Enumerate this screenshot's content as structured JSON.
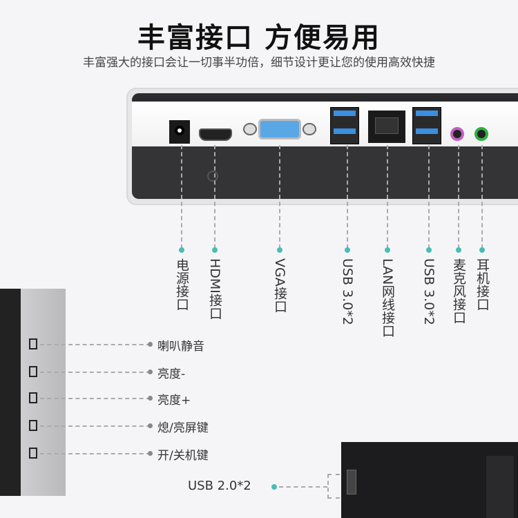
{
  "title": "丰富接口 方便易用",
  "subtitle": "丰富强大的接口会让一切事半功倍，细节设计更让您的使用高效快捷",
  "rear_ports": [
    {
      "label": "电源接口",
      "icon": "dc-power-icon"
    },
    {
      "label": "HDMI接口",
      "icon": "hdmi-port-icon"
    },
    {
      "label": "VGA接口",
      "icon": "vga-port-icon"
    },
    {
      "label": "USB 3.0*2",
      "icon": "usb-port-icon"
    },
    {
      "label": "LAN网线接口",
      "icon": "ethernet-port-icon"
    },
    {
      "label": "USB 3.0*2",
      "icon": "usb-port-icon"
    },
    {
      "label": "麦克风接口",
      "icon": "mic-jack-icon"
    },
    {
      "label": "耳机接口",
      "icon": "headphone-jack-icon"
    }
  ],
  "side_buttons": [
    "喇叭静音",
    "亮度-",
    "亮度+",
    "熄/亮屏键",
    "开/关机键"
  ],
  "side_usb": "USB 2.0*2",
  "colors": {
    "accent": "#4bbcb4",
    "vga": "#5aa7e6",
    "usb": "#3b8fe0",
    "mic": "#c060c0",
    "headphone": "#30b040"
  }
}
